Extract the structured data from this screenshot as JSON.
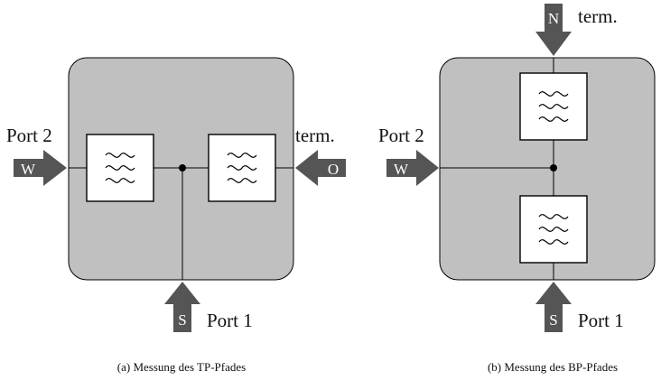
{
  "panel_a": {
    "caption": "(a) Messung des TP-Pfades",
    "left_port_label": "Port 2",
    "left_port_letter": "W",
    "right_port_label": "term.",
    "right_port_letter": "O",
    "bottom_port_label": "Port 1",
    "bottom_port_letter": "S"
  },
  "panel_b": {
    "caption": "(b) Messung des BP-Pfades",
    "left_port_label": "Port 2",
    "left_port_letter": "W",
    "top_port_label": "term.",
    "top_port_letter": "N",
    "bottom_port_label": "Port 1",
    "bottom_port_letter": "S"
  },
  "colors": {
    "box_fill": "#c0c0c0",
    "arrow_fill": "#555555"
  },
  "icons": [
    "filter-symbol-icon",
    "arrow-right-icon",
    "arrow-left-icon",
    "arrow-up-icon",
    "arrow-down-icon"
  ]
}
